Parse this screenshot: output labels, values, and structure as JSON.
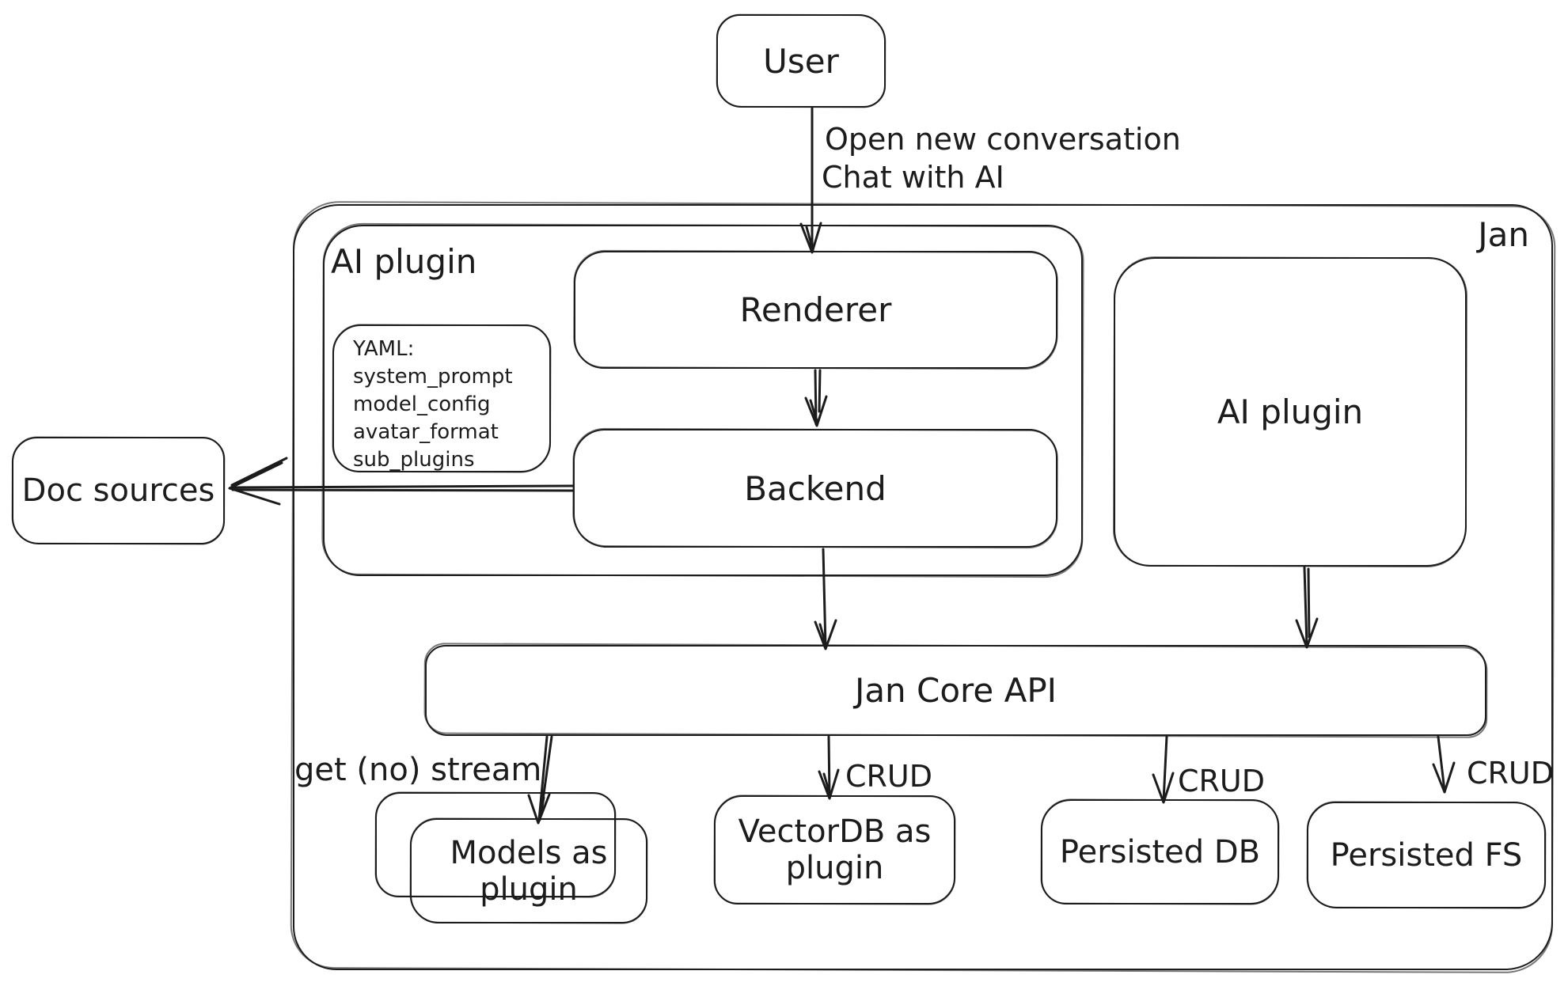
{
  "diagram": {
    "colors": {
      "stroke": "#1c1c1c",
      "background": "#ffffff"
    },
    "nodes": {
      "user": {
        "label": "User"
      },
      "jan_frame": {
        "label": "Jan"
      },
      "ai_plugin_frame": {
        "label": "AI plugin"
      },
      "renderer": {
        "label": "Renderer"
      },
      "yaml_note": {
        "lines": [
          "YAML:",
          "system_prompt",
          "model_config",
          "avatar_format",
          "sub_plugins"
        ]
      },
      "backend": {
        "label": "Backend"
      },
      "ai_plugin": {
        "label": "AI plugin"
      },
      "doc_sources": {
        "label": "Doc sources"
      },
      "jan_core_api": {
        "label": "Jan Core API"
      },
      "models_as_plugin": {
        "label": "Models as plugin"
      },
      "vectordb_as_plugin": {
        "label": "VectorDB as plugin"
      },
      "persisted_db": {
        "label": "Persisted DB"
      },
      "persisted_fs": {
        "label": "Persisted FS"
      }
    },
    "edge_labels": {
      "user_to_renderer_line1": "Open new conversation",
      "user_to_renderer_line2": "Chat with AI",
      "jan_core_to_models": "get (no) stream",
      "jan_core_to_vectordb": "CRUD",
      "jan_core_to_persisted_db": "CRUD",
      "jan_core_to_persisted_fs": "CRUD"
    }
  }
}
